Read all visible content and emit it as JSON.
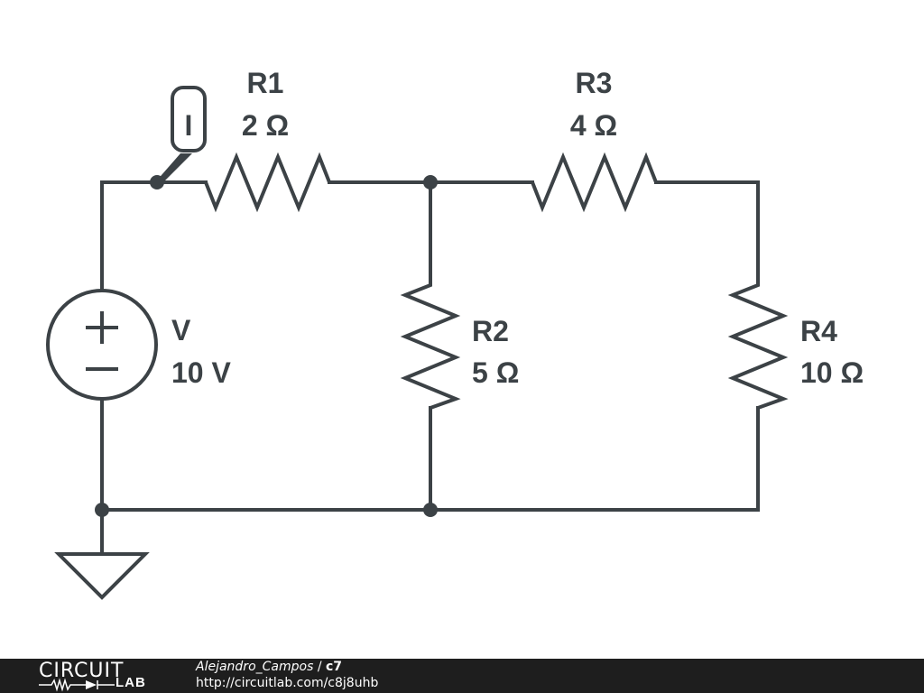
{
  "schematic": {
    "components": {
      "R1": {
        "name": "R1",
        "value": "2 Ω"
      },
      "R2": {
        "name": "R2",
        "value": "5 Ω"
      },
      "R3": {
        "name": "R3",
        "value": "4 Ω"
      },
      "R4": {
        "name": "R4",
        "value": "10 Ω"
      },
      "V": {
        "name": "V",
        "value": "10 V"
      }
    },
    "ammeter_label": "I",
    "source_plus": "+",
    "source_minus": "−"
  },
  "footer": {
    "logo_top": "CIRCUIT",
    "logo_bottom": "LAB",
    "author": "Alejandro_Campos",
    "separator": " / ",
    "circuit_name": "c7",
    "url": "http://circuitlab.com/c8j8uhb"
  }
}
